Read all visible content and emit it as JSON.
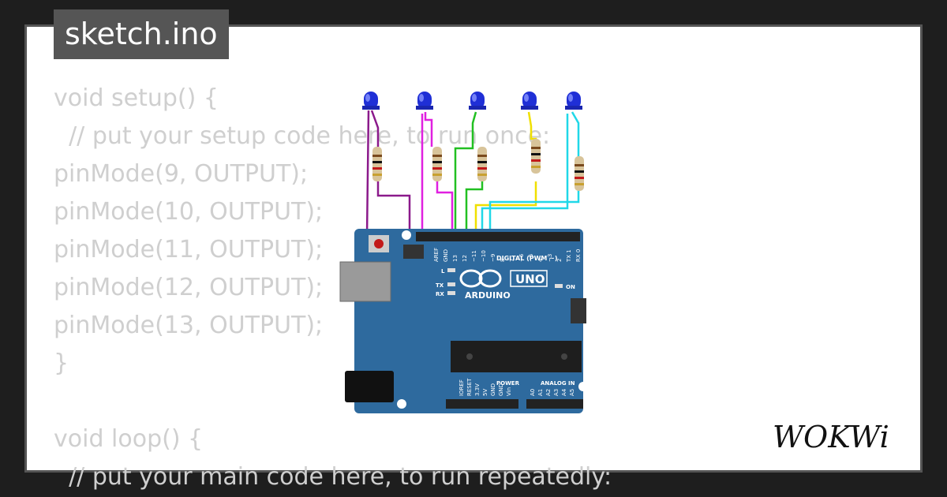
{
  "file_tab": {
    "label": "sketch.ino"
  },
  "code_lines": [
    "void setup() {",
    "  // put your setup code here, to run once:",
    "pinMode(9, OUTPUT);",
    "pinMode(10, OUTPUT);",
    "pinMode(11, OUTPUT);",
    "pinMode(12, OUTPUT);",
    "pinMode(13, OUTPUT);",
    "}",
    "",
    "void loop() {",
    "  // put your main code here, to run repeatedly:"
  ],
  "board": {
    "brand": "ARDUINO",
    "model": "UNO",
    "label_on": "ON",
    "label_l": "L",
    "label_tx": "TX",
    "label_rx": "RX",
    "label_digital": "DIGITAL (PWM ~)",
    "label_power": "POWER",
    "label_analog": "ANALOG IN",
    "digital_pins": [
      "AREF",
      "GND",
      "13",
      "12",
      "~11",
      "~10",
      "~9",
      "8",
      "7",
      "~6",
      "~5",
      "4",
      "~3",
      "2",
      "TX 1",
      "RX 0"
    ],
    "power_pins": [
      "IOREF",
      "RESET",
      "3.3V",
      "5V",
      "GND",
      "GND",
      "Vin"
    ],
    "analog_pins": [
      "A0",
      "A1",
      "A2",
      "A3",
      "A4",
      "A5"
    ],
    "color": "#2e6a9e"
  },
  "components": {
    "led_color": "#1f2fd6",
    "led_count": 5,
    "resistor_count": 5,
    "wire_colors": [
      "#8b1a8b",
      "#e020e0",
      "#22c022",
      "#f0e000",
      "#20d8e8"
    ]
  },
  "logo": {
    "text": "WOKWi"
  }
}
